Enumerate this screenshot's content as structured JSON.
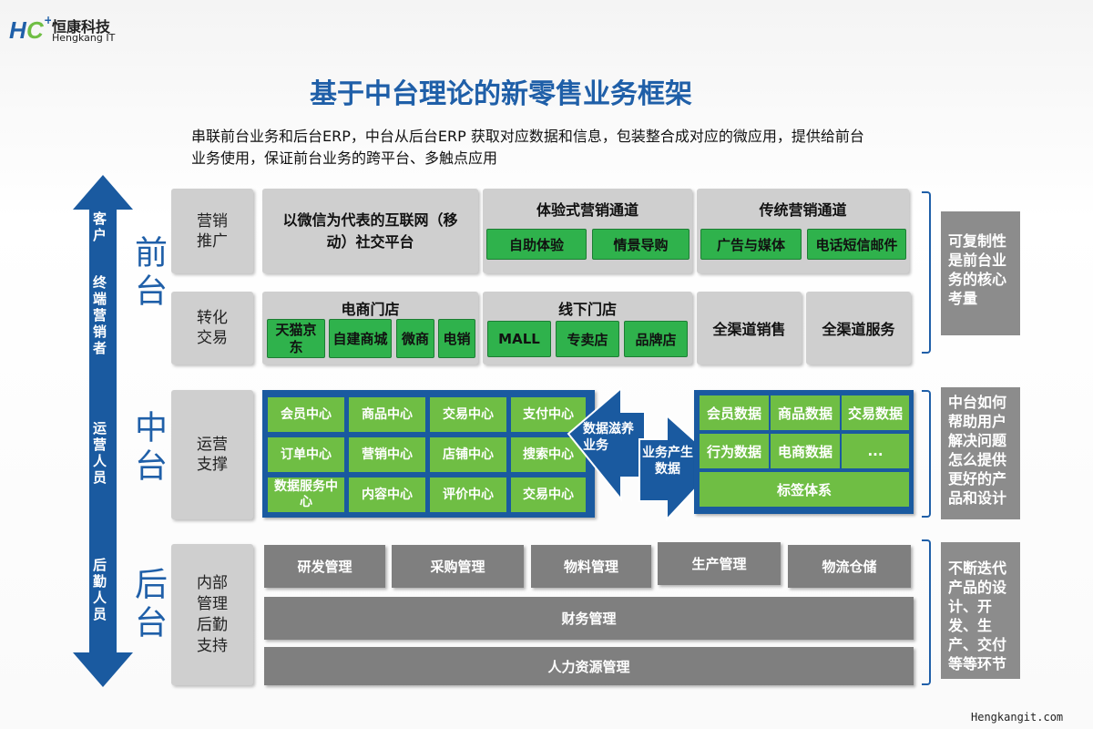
{
  "logo": {
    "mark": "HC",
    "name_cn": "恒康科技",
    "name_en": "Hengkang IT"
  },
  "title": "基于中台理论的新零售业务框架",
  "subtitle": [
    "串联前台业务和后台ERP，中台从后台ERP 获取对应数据和信息，包装整合成对应的微应用，提供给前台",
    "业务使用，保证前台业务的跨平台、多触点应用"
  ],
  "roles": [
    "客户",
    "终端营销者",
    "运营人员",
    "后勤人员"
  ],
  "tiers": [
    "前台",
    "中台",
    "后台"
  ],
  "rows": {
    "marketing": {
      "label": "营销推广",
      "social": "以微信为代表的互联网（移动）社交平台",
      "experience": {
        "title": "体验式营销通道",
        "items": [
          "自助体验",
          "情景导购"
        ]
      },
      "traditional": {
        "title": "传统营销通道",
        "items": [
          "广告与媒体",
          "电话短信邮件"
        ]
      }
    },
    "conversion": {
      "label": "转化交易",
      "ecommerce": {
        "title": "电商门店",
        "items": [
          "天猫京东",
          "自建商城",
          "微商",
          "电销"
        ]
      },
      "offline": {
        "title": "线下门店",
        "items": [
          "MALL",
          "专卖店",
          "品牌店"
        ]
      },
      "omni": [
        "全渠道销售",
        "全渠道服务"
      ]
    },
    "operations": {
      "label": "运营支撑",
      "centers": [
        "会员中心",
        "商品中心",
        "交易中心",
        "支付中心",
        "订单中心",
        "营销中心",
        "店铺中心",
        "搜索中心",
        "数据服务中心",
        "内容中心",
        "评价中心",
        "交易中心"
      ],
      "arrow_left": "数据滋养业务",
      "arrow_right": "业务产生数据",
      "data": [
        "会员数据",
        "商品数据",
        "交易数据",
        "行为数据",
        "电商数据",
        "...",
        "标签体系"
      ]
    },
    "backoffice": {
      "label": "内部管理后勤支持",
      "items": [
        "研发管理",
        "采购管理",
        "物料管理",
        "生产管理",
        "物流仓储"
      ],
      "finance": "财务管理",
      "hr": "人力资源管理"
    }
  },
  "notes": [
    "可复制性是前台业务的核心考量",
    "中台如何帮助用户解决问题怎么提供更好的产品和设计",
    "不断迭代产品的设计、开发、生产、交付等等环节"
  ],
  "footer": "Hengkangit.com",
  "colors": {
    "blue": "#1a5aa0",
    "green": "#2fb24c",
    "light_green": "#6fbe44",
    "gray": "#7f7f7f"
  }
}
